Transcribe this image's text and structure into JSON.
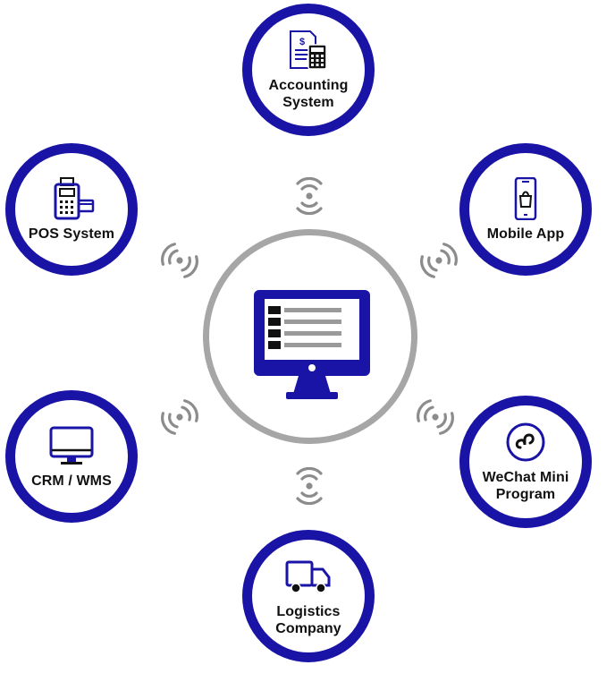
{
  "diagram": {
    "hub": {
      "icon": "monitor-list-icon"
    },
    "nodes": [
      {
        "id": "accounting",
        "label": "Accounting\nSystem",
        "icon": "invoice-calculator-icon"
      },
      {
        "id": "mobile",
        "label": "Mobile App",
        "icon": "smartphone-bag-icon"
      },
      {
        "id": "wechat",
        "label": "WeChat Mini\nProgram",
        "icon": "mini-program-icon"
      },
      {
        "id": "logistics",
        "label": "Logistics\nCompany",
        "icon": "truck-icon"
      },
      {
        "id": "crm",
        "label": "CRM / WMS",
        "icon": "monitor-icon"
      },
      {
        "id": "pos",
        "label": "POS System",
        "icon": "pos-terminal-icon"
      }
    ],
    "connector_icon": "wireless-signal-icon",
    "colors": {
      "node_ring": "#1a14a6",
      "icon_blue": "#1a14a6",
      "hub_ring": "#a6a6a6",
      "signal_gray": "#8c8c8c",
      "text": "#111111"
    }
  }
}
